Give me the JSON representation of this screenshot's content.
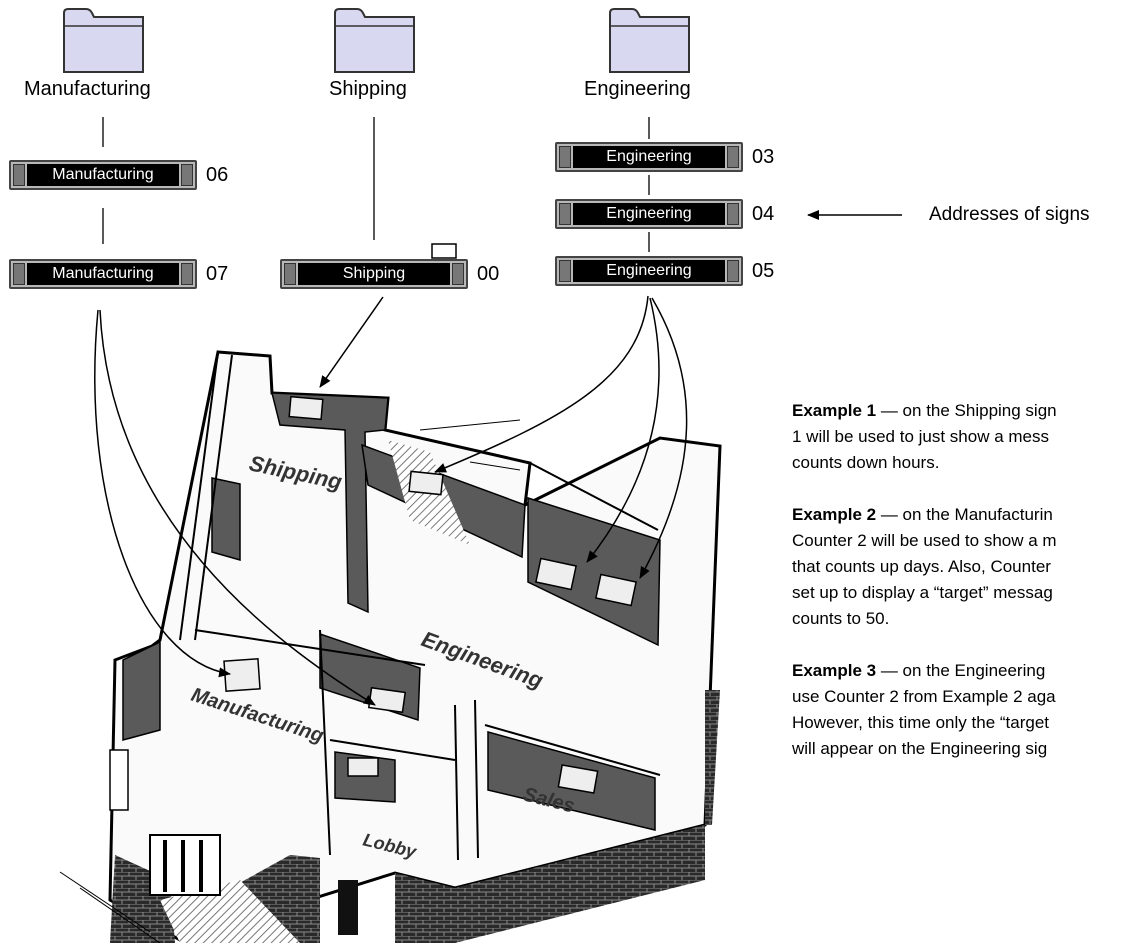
{
  "folders": [
    {
      "label": "Manufacturing"
    },
    {
      "label": "Shipping"
    },
    {
      "label": "Engineering"
    }
  ],
  "signs": [
    {
      "text": "Manufacturing",
      "address": "06"
    },
    {
      "text": "Manufacturing",
      "address": "07"
    },
    {
      "text": "Shipping",
      "address": "00"
    },
    {
      "text": "Engineering",
      "address": "03"
    },
    {
      "text": "Engineering",
      "address": "04"
    },
    {
      "text": "Engineering",
      "address": "05"
    }
  ],
  "address_note": "Addresses of signs",
  "floorplan": {
    "rooms": [
      "Shipping",
      "Engineering",
      "Manufacturing",
      "Lobby",
      "Sales"
    ]
  },
  "examples": [
    {
      "heading": "Example 1",
      "lines": [
        " — on the Shipping sign",
        "1 will be used to just show a mess",
        "counts down hours."
      ]
    },
    {
      "heading": "Example 2",
      "lines": [
        " — on the Manufacturin",
        "Counter 2 will be used to show a m",
        "that counts up days. Also, Counter",
        "set up to display a “target” messag",
        "counts to 50."
      ]
    },
    {
      "heading": "Example 3",
      "lines": [
        " — on the Engineering",
        "use Counter 2 from Example 2 aga",
        "However, this time only the “target",
        "will appear on the Engineering sig"
      ]
    }
  ],
  "colors": {
    "folder_fill": "#d8d8f0",
    "sign_face": "#000000",
    "wall_dark": "#5a5a5a",
    "brick": "#2a2a2a"
  }
}
